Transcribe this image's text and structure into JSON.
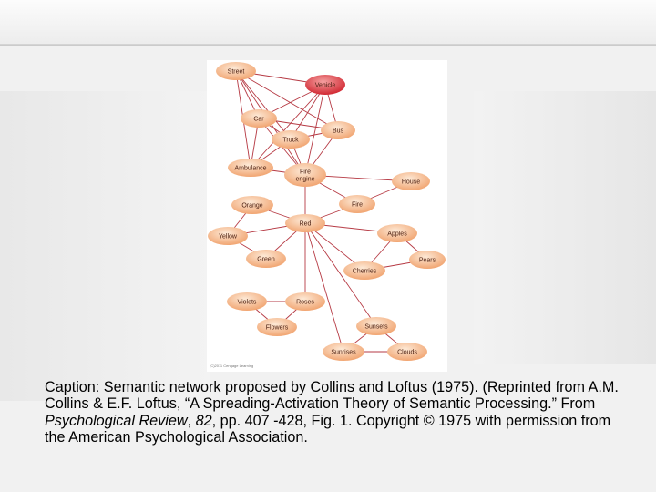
{
  "figure": {
    "credit": "(C)2011 Cengage Learning",
    "nodes": [
      {
        "id": "street",
        "label": "Street",
        "highlight": false
      },
      {
        "id": "vehicle",
        "label": "Vehicle",
        "highlight": true
      },
      {
        "id": "car",
        "label": "Car",
        "highlight": false
      },
      {
        "id": "bus",
        "label": "Bus",
        "highlight": false
      },
      {
        "id": "truck",
        "label": "Truck",
        "highlight": false
      },
      {
        "id": "ambulance",
        "label": "Ambulance",
        "highlight": false
      },
      {
        "id": "fire_engine",
        "label": "Fire\nengine",
        "highlight": false
      },
      {
        "id": "house",
        "label": "House",
        "highlight": false
      },
      {
        "id": "fire",
        "label": "Fire",
        "highlight": false
      },
      {
        "id": "orange",
        "label": "Orange",
        "highlight": false
      },
      {
        "id": "red",
        "label": "Red",
        "highlight": false
      },
      {
        "id": "yellow",
        "label": "Yellow",
        "highlight": false
      },
      {
        "id": "apples",
        "label": "Apples",
        "highlight": false
      },
      {
        "id": "green",
        "label": "Green",
        "highlight": false
      },
      {
        "id": "pears",
        "label": "Pears",
        "highlight": false
      },
      {
        "id": "cherries",
        "label": "Cherries",
        "highlight": false
      },
      {
        "id": "violets",
        "label": "Violets",
        "highlight": false
      },
      {
        "id": "roses",
        "label": "Roses",
        "highlight": false
      },
      {
        "id": "flowers",
        "label": "Flowers",
        "highlight": false
      },
      {
        "id": "sunsets",
        "label": "Sunsets",
        "highlight": false
      },
      {
        "id": "sunrises",
        "label": "Sunrises",
        "highlight": false
      },
      {
        "id": "clouds",
        "label": "Clouds",
        "highlight": false
      }
    ],
    "edges": [
      [
        "street",
        "vehicle"
      ],
      [
        "street",
        "car"
      ],
      [
        "street",
        "bus"
      ],
      [
        "street",
        "truck"
      ],
      [
        "street",
        "ambulance"
      ],
      [
        "street",
        "fire_engine"
      ],
      [
        "vehicle",
        "car"
      ],
      [
        "vehicle",
        "bus"
      ],
      [
        "vehicle",
        "truck"
      ],
      [
        "vehicle",
        "ambulance"
      ],
      [
        "vehicle",
        "fire_engine"
      ],
      [
        "car",
        "bus"
      ],
      [
        "car",
        "truck"
      ],
      [
        "car",
        "ambulance"
      ],
      [
        "car",
        "fire_engine"
      ],
      [
        "truck",
        "bus"
      ],
      [
        "truck",
        "ambulance"
      ],
      [
        "truck",
        "fire_engine"
      ],
      [
        "bus",
        "fire_engine"
      ],
      [
        "ambulance",
        "fire_engine"
      ],
      [
        "fire_engine",
        "house"
      ],
      [
        "fire_engine",
        "fire"
      ],
      [
        "fire_engine",
        "red"
      ],
      [
        "house",
        "fire"
      ],
      [
        "fire",
        "red"
      ],
      [
        "orange",
        "red"
      ],
      [
        "orange",
        "yellow"
      ],
      [
        "red",
        "yellow"
      ],
      [
        "red",
        "green"
      ],
      [
        "red",
        "apples"
      ],
      [
        "red",
        "cherries"
      ],
      [
        "red",
        "roses"
      ],
      [
        "red",
        "sunsets"
      ],
      [
        "red",
        "sunrises"
      ],
      [
        "yellow",
        "green"
      ],
      [
        "apples",
        "pears"
      ],
      [
        "apples",
        "cherries"
      ],
      [
        "cherries",
        "pears"
      ],
      [
        "violets",
        "roses"
      ],
      [
        "violets",
        "flowers"
      ],
      [
        "roses",
        "flowers"
      ],
      [
        "sunsets",
        "sunrises"
      ],
      [
        "sunsets",
        "clouds"
      ],
      [
        "sunrises",
        "clouds"
      ]
    ]
  },
  "caption": {
    "lead": "Caption: Semantic network proposed by Collins and Loftus (1975). (Reprinted from A.M. Collins & E.F. Loftus, “A Spreading-Activation Theory of Semantic Processing.” From ",
    "journal": "Psychological Review",
    "mid": ", ",
    "volume": "82",
    "tail": ", pp. 407 -428, Fig. 1. Copyright © 1975 with permission from the American Psychological Association."
  },
  "colors": {
    "edge": "#b63a44",
    "node_light": "#fde9d6",
    "node_dark": "#f0a06a",
    "highlight_light": "#f4a0a0",
    "highlight_dark": "#cf1f2a"
  }
}
